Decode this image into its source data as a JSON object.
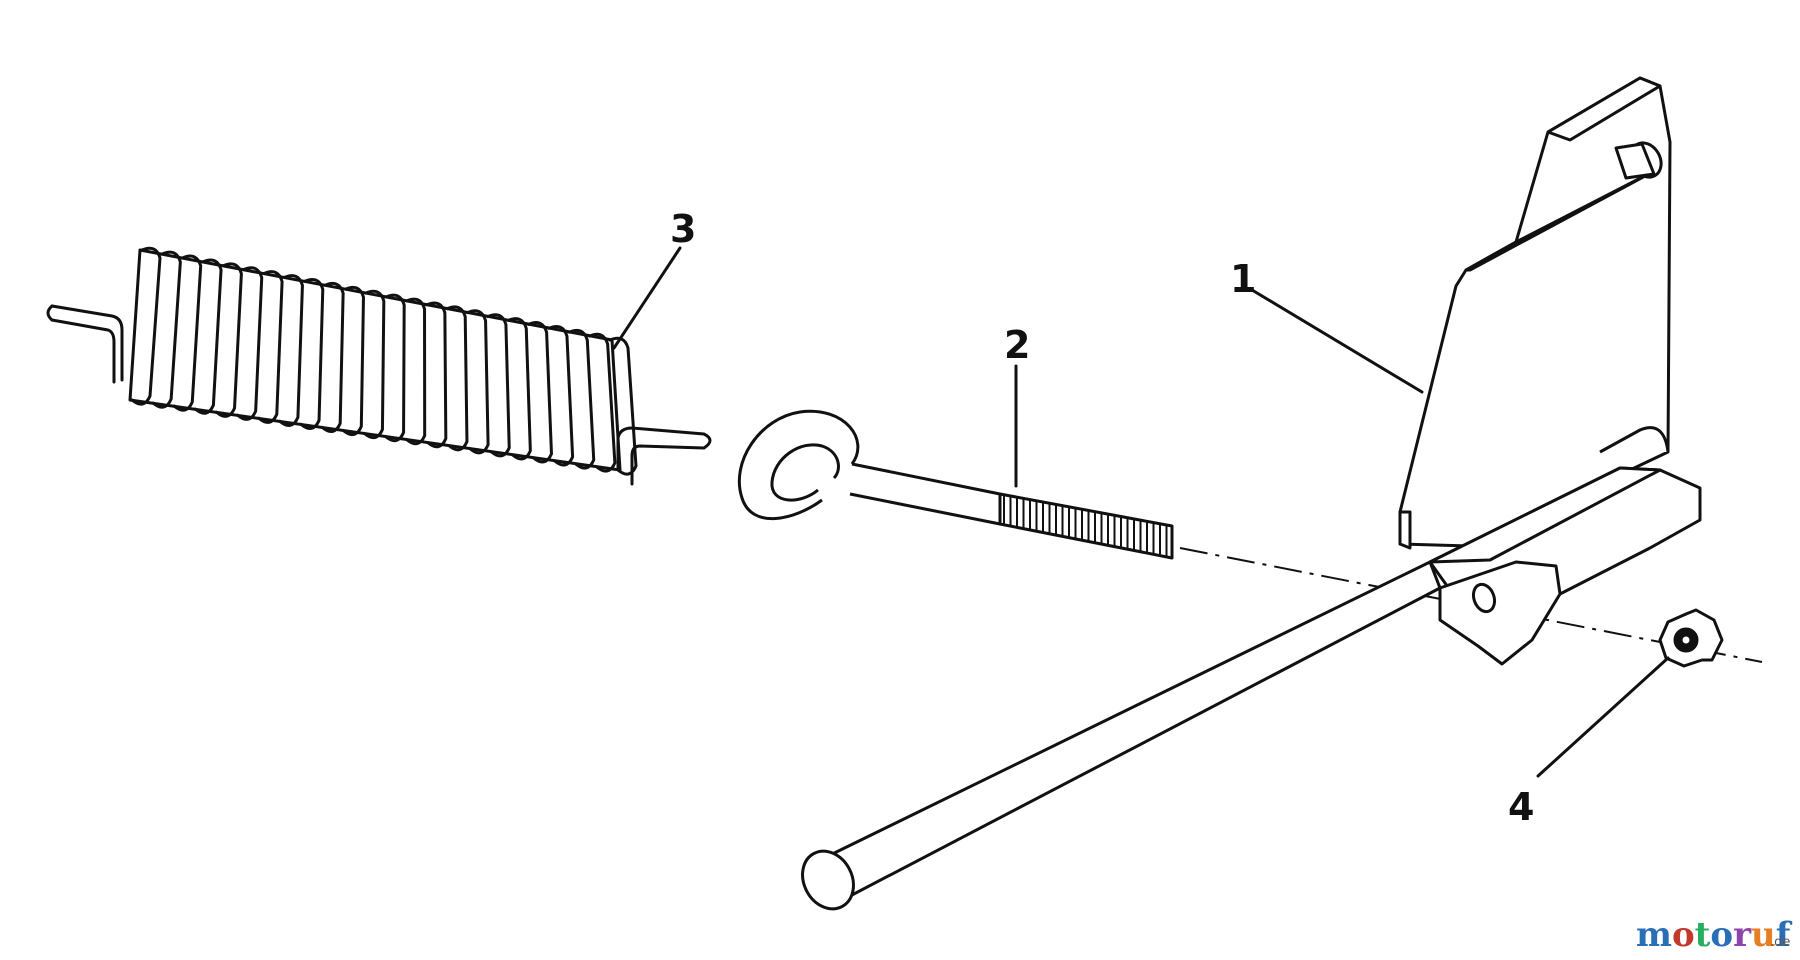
{
  "callouts": {
    "spring": "3",
    "eyebolt": "2",
    "bracket": "1",
    "nut": "4"
  },
  "watermark": {
    "letters": [
      "m",
      "o",
      "t",
      "o",
      "r",
      "u",
      "f"
    ],
    "suffix": ".de",
    "colors": [
      "#2a6fb5",
      "#c0392b",
      "#27ae60",
      "#2a6fb5",
      "#8e44ad",
      "#e67e22",
      "#2a6fb5"
    ]
  },
  "colors": {
    "line": "#111111",
    "paper": "#ffffff"
  },
  "icons": [
    "tension-spring",
    "eye-bolt",
    "lever-bracket",
    "hex-nut"
  ]
}
